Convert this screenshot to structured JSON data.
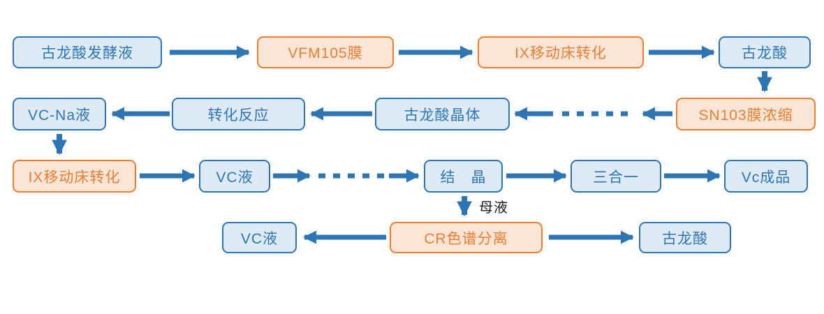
{
  "colors": {
    "blue_fill": "#deebf7",
    "blue_border": "#2e75b6",
    "blue_text": "#2e75b6",
    "orange_fill": "#fbe5d6",
    "orange_border": "#ed7d31",
    "orange_text": "#ed7d31",
    "arrow": "#2e75b6",
    "annotation_text": "#1a1a1a"
  },
  "nodes": {
    "fermentation_broth": {
      "label": "古龙酸发酵液",
      "style": "blue"
    },
    "vfm105_membrane": {
      "label": "VFM105膜",
      "style": "orange"
    },
    "ix_moving_bed_1": {
      "label": "IX移动床转化",
      "style": "orange"
    },
    "gulonic_acid_1": {
      "label": "古龙酸",
      "style": "blue"
    },
    "vc_na_liquid": {
      "label": "VC-Na液",
      "style": "blue"
    },
    "conversion_reaction": {
      "label": "转化反应",
      "style": "blue"
    },
    "gulonic_acid_crystal": {
      "label": "古龙酸晶体",
      "style": "blue"
    },
    "sn103_membrane": {
      "label": "SN103膜浓缩",
      "style": "orange"
    },
    "ix_moving_bed_2": {
      "label": "IX移动床转化",
      "style": "orange"
    },
    "vc_liquid_1": {
      "label": "VC液",
      "style": "blue"
    },
    "crystallization": {
      "label": "结　晶",
      "style": "blue"
    },
    "three_in_one": {
      "label": "三合一",
      "style": "blue"
    },
    "vc_product": {
      "label": "Vc成品",
      "style": "blue"
    },
    "vc_liquid_2": {
      "label": "VC液",
      "style": "blue"
    },
    "cr_chromatography": {
      "label": "CR色谱分离",
      "style": "orange"
    },
    "gulonic_acid_2": {
      "label": "古龙酸",
      "style": "blue"
    }
  },
  "annotations": {
    "mother_liquor": "母液"
  },
  "edges": [
    {
      "from": "fermentation_broth",
      "to": "vfm105_membrane",
      "style": "solid"
    },
    {
      "from": "vfm105_membrane",
      "to": "ix_moving_bed_1",
      "style": "solid"
    },
    {
      "from": "ix_moving_bed_1",
      "to": "gulonic_acid_1",
      "style": "solid"
    },
    {
      "from": "gulonic_acid_1",
      "to": "sn103_membrane",
      "style": "solid"
    },
    {
      "from": "sn103_membrane",
      "to": "gulonic_acid_crystal",
      "style": "dashed"
    },
    {
      "from": "gulonic_acid_crystal",
      "to": "conversion_reaction",
      "style": "solid"
    },
    {
      "from": "conversion_reaction",
      "to": "vc_na_liquid",
      "style": "solid"
    },
    {
      "from": "vc_na_liquid",
      "to": "ix_moving_bed_2",
      "style": "solid"
    },
    {
      "from": "ix_moving_bed_2",
      "to": "vc_liquid_1",
      "style": "solid"
    },
    {
      "from": "vc_liquid_1",
      "to": "crystallization",
      "style": "dashed"
    },
    {
      "from": "crystallization",
      "to": "three_in_one",
      "style": "solid"
    },
    {
      "from": "three_in_one",
      "to": "vc_product",
      "style": "solid"
    },
    {
      "from": "crystallization",
      "to": "cr_chromatography",
      "style": "solid",
      "label": "母液"
    },
    {
      "from": "cr_chromatography",
      "to": "vc_liquid_2",
      "style": "solid"
    },
    {
      "from": "cr_chromatography",
      "to": "gulonic_acid_2",
      "style": "solid"
    }
  ]
}
